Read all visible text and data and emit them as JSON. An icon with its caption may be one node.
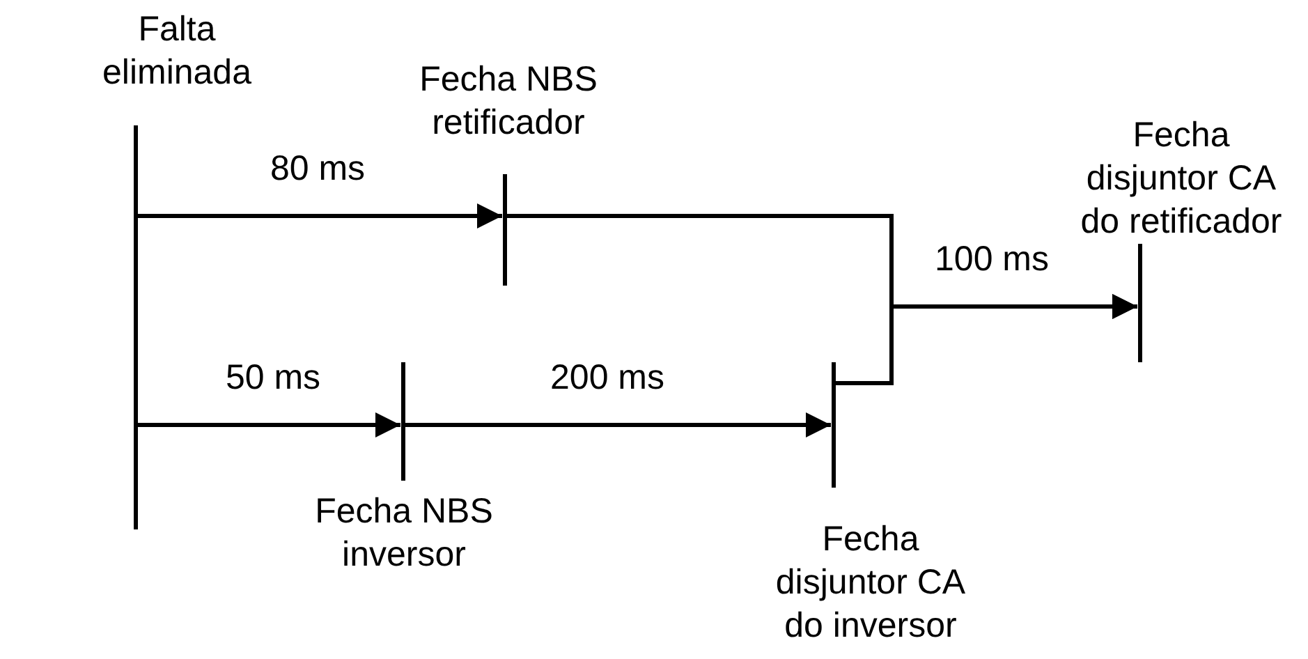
{
  "diagram": {
    "nodes": [
      {
        "text": [
          "Falta eliminada"
        ]
      },
      {
        "text": [
          "Fecha NBS retificador"
        ]
      },
      {
        "text": [
          "Fecha NBS inversor"
        ]
      },
      {
        "text": [
          "Fecha disjuntor CA do inversor"
        ]
      },
      {
        "text": [
          "Fecha disjuntor CA do retificador"
        ]
      }
    ],
    "edges": [
      {
        "from": 0,
        "to": 1,
        "arrow": "to",
        "label": "80 ms"
      },
      {
        "from": 0,
        "to": 2,
        "arrow": "to",
        "label": "50 ms"
      },
      {
        "from": 2,
        "to": 3,
        "arrow": "to",
        "label": "200 ms"
      },
      {
        "from": 1,
        "to": 4,
        "arrow": "to"
      },
      {
        "from": 3,
        "to": 4,
        "arrow": "to",
        "label": "100 ms"
      }
    ]
  }
}
